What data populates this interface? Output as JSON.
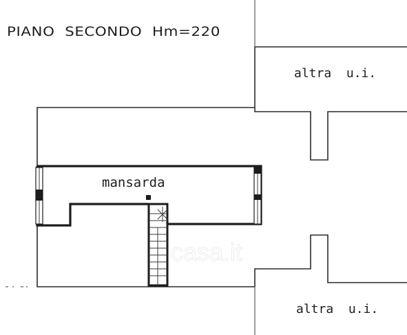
{
  "floor_plan": {
    "title": "PIANO  SECONDO  Hm=220",
    "rooms": {
      "mansarda": "mansarda",
      "neighbor_top": "altra  u.i.",
      "neighbor_bottom": "altra  u.i."
    },
    "watermark": "casa.it"
  }
}
